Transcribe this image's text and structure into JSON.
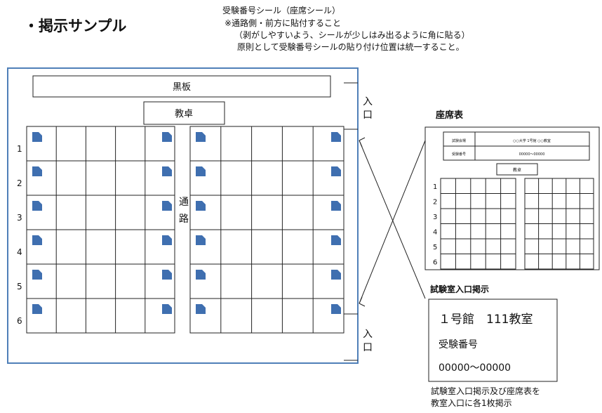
{
  "title": "・掲示サンプル",
  "instructions": [
    "受験番号シール（座席シール）",
    "※通路側・前方に貼付すること",
    "（剥がしやすいよう、シールが少しはみ出るように角に貼る）",
    "原則として受験番号シールの貼り付け位置は統一すること。"
  ],
  "classroom": {
    "blackboard": "黒板",
    "podium": "教卓",
    "aisle": "通路",
    "entrance": "入口",
    "row_labels": [
      "1",
      "2",
      "3",
      "4",
      "5",
      "6"
    ],
    "left_columns": 5,
    "right_columns": 5,
    "sticker_color": "#3f6fb0"
  },
  "seating_chart": {
    "title": "座席表",
    "info_rows": [
      {
        "label": "試験会場",
        "value": "○○大学 1号館 ○○教室"
      },
      {
        "label": "受験番号",
        "value": "00000～00000"
      }
    ],
    "podium": "教卓",
    "row_labels": [
      "1",
      "2",
      "3",
      "4",
      "5",
      "6"
    ]
  },
  "entrance_notice": {
    "caption": "試験室入口掲示",
    "room": "１号館　111教室",
    "number_label": "受験番号",
    "number_range": "00000～00000"
  },
  "footer_note": [
    "試験室入口掲示及び座席表を",
    "教室入口に各1枚掲示"
  ]
}
